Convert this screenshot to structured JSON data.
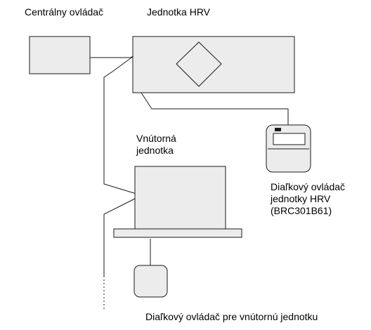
{
  "labels": {
    "central_controller": "Centrálny ovládač",
    "hrv_unit": "Jednotka HRV",
    "indoor_unit": [
      "Vnútorná",
      "jednotka"
    ],
    "hrv_remote": [
      "Diaľkový ovládač",
      "jednotky HRV",
      "(BRC301B61)"
    ],
    "indoor_remote": "Diaľkový ovládač pre vnútornú jednotku"
  },
  "colors": {
    "box_fill": "#ececec",
    "stroke": "#1a1a1a",
    "background": "#ffffff"
  }
}
